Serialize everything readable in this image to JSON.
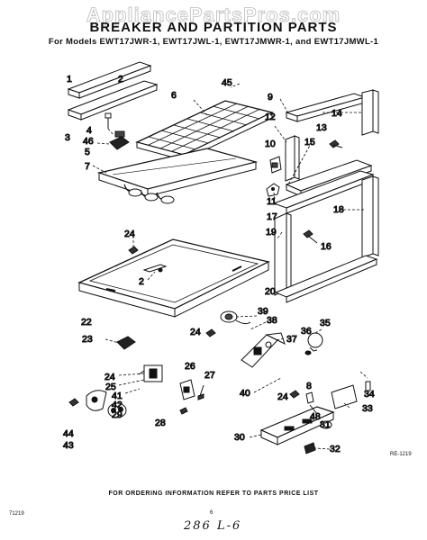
{
  "watermark": "AppliancePartsPros.com",
  "title": "BREAKER AND PARTITION PARTS",
  "subtitle": "For Models EWT17JWR-1, EWT17JWL-1, EWT17JMWR-1, and EWT17JMWL-1",
  "footer": "FOR ORDERING INFORMATION REFER TO PARTS PRICE LIST",
  "code_left": "71219",
  "page_number": "6",
  "code_right": "RE-1219",
  "handwriting": "286 L-6",
  "callouts": {
    "c1": "1",
    "c2a": "2",
    "c2b": "2",
    "c3": "3",
    "c4": "4",
    "c5": "5",
    "c6": "6",
    "c7": "7",
    "c8": "8",
    "c9": "9",
    "c10": "10",
    "c11": "11",
    "c12": "12",
    "c13": "13",
    "c14": "14",
    "c15": "15",
    "c16": "16",
    "c17": "17",
    "c18": "18",
    "c19": "19",
    "c20": "20",
    "c22": "22",
    "c23": "23",
    "c24a": "24",
    "c24b": "24",
    "c24c": "24",
    "c24d": "24",
    "c25": "25",
    "c26": "26",
    "c27": "27",
    "c28": "28",
    "c29": "29",
    "c30": "30",
    "c31": "31",
    "c32": "32",
    "c33": "33",
    "c34": "34",
    "c35": "35",
    "c36": "36",
    "c37": "37",
    "c38": "38",
    "c39": "39",
    "c40": "40",
    "c41": "41",
    "c42": "42",
    "c43": "43",
    "c44": "44",
    "c45": "45",
    "c46": "46",
    "c48": "48"
  }
}
